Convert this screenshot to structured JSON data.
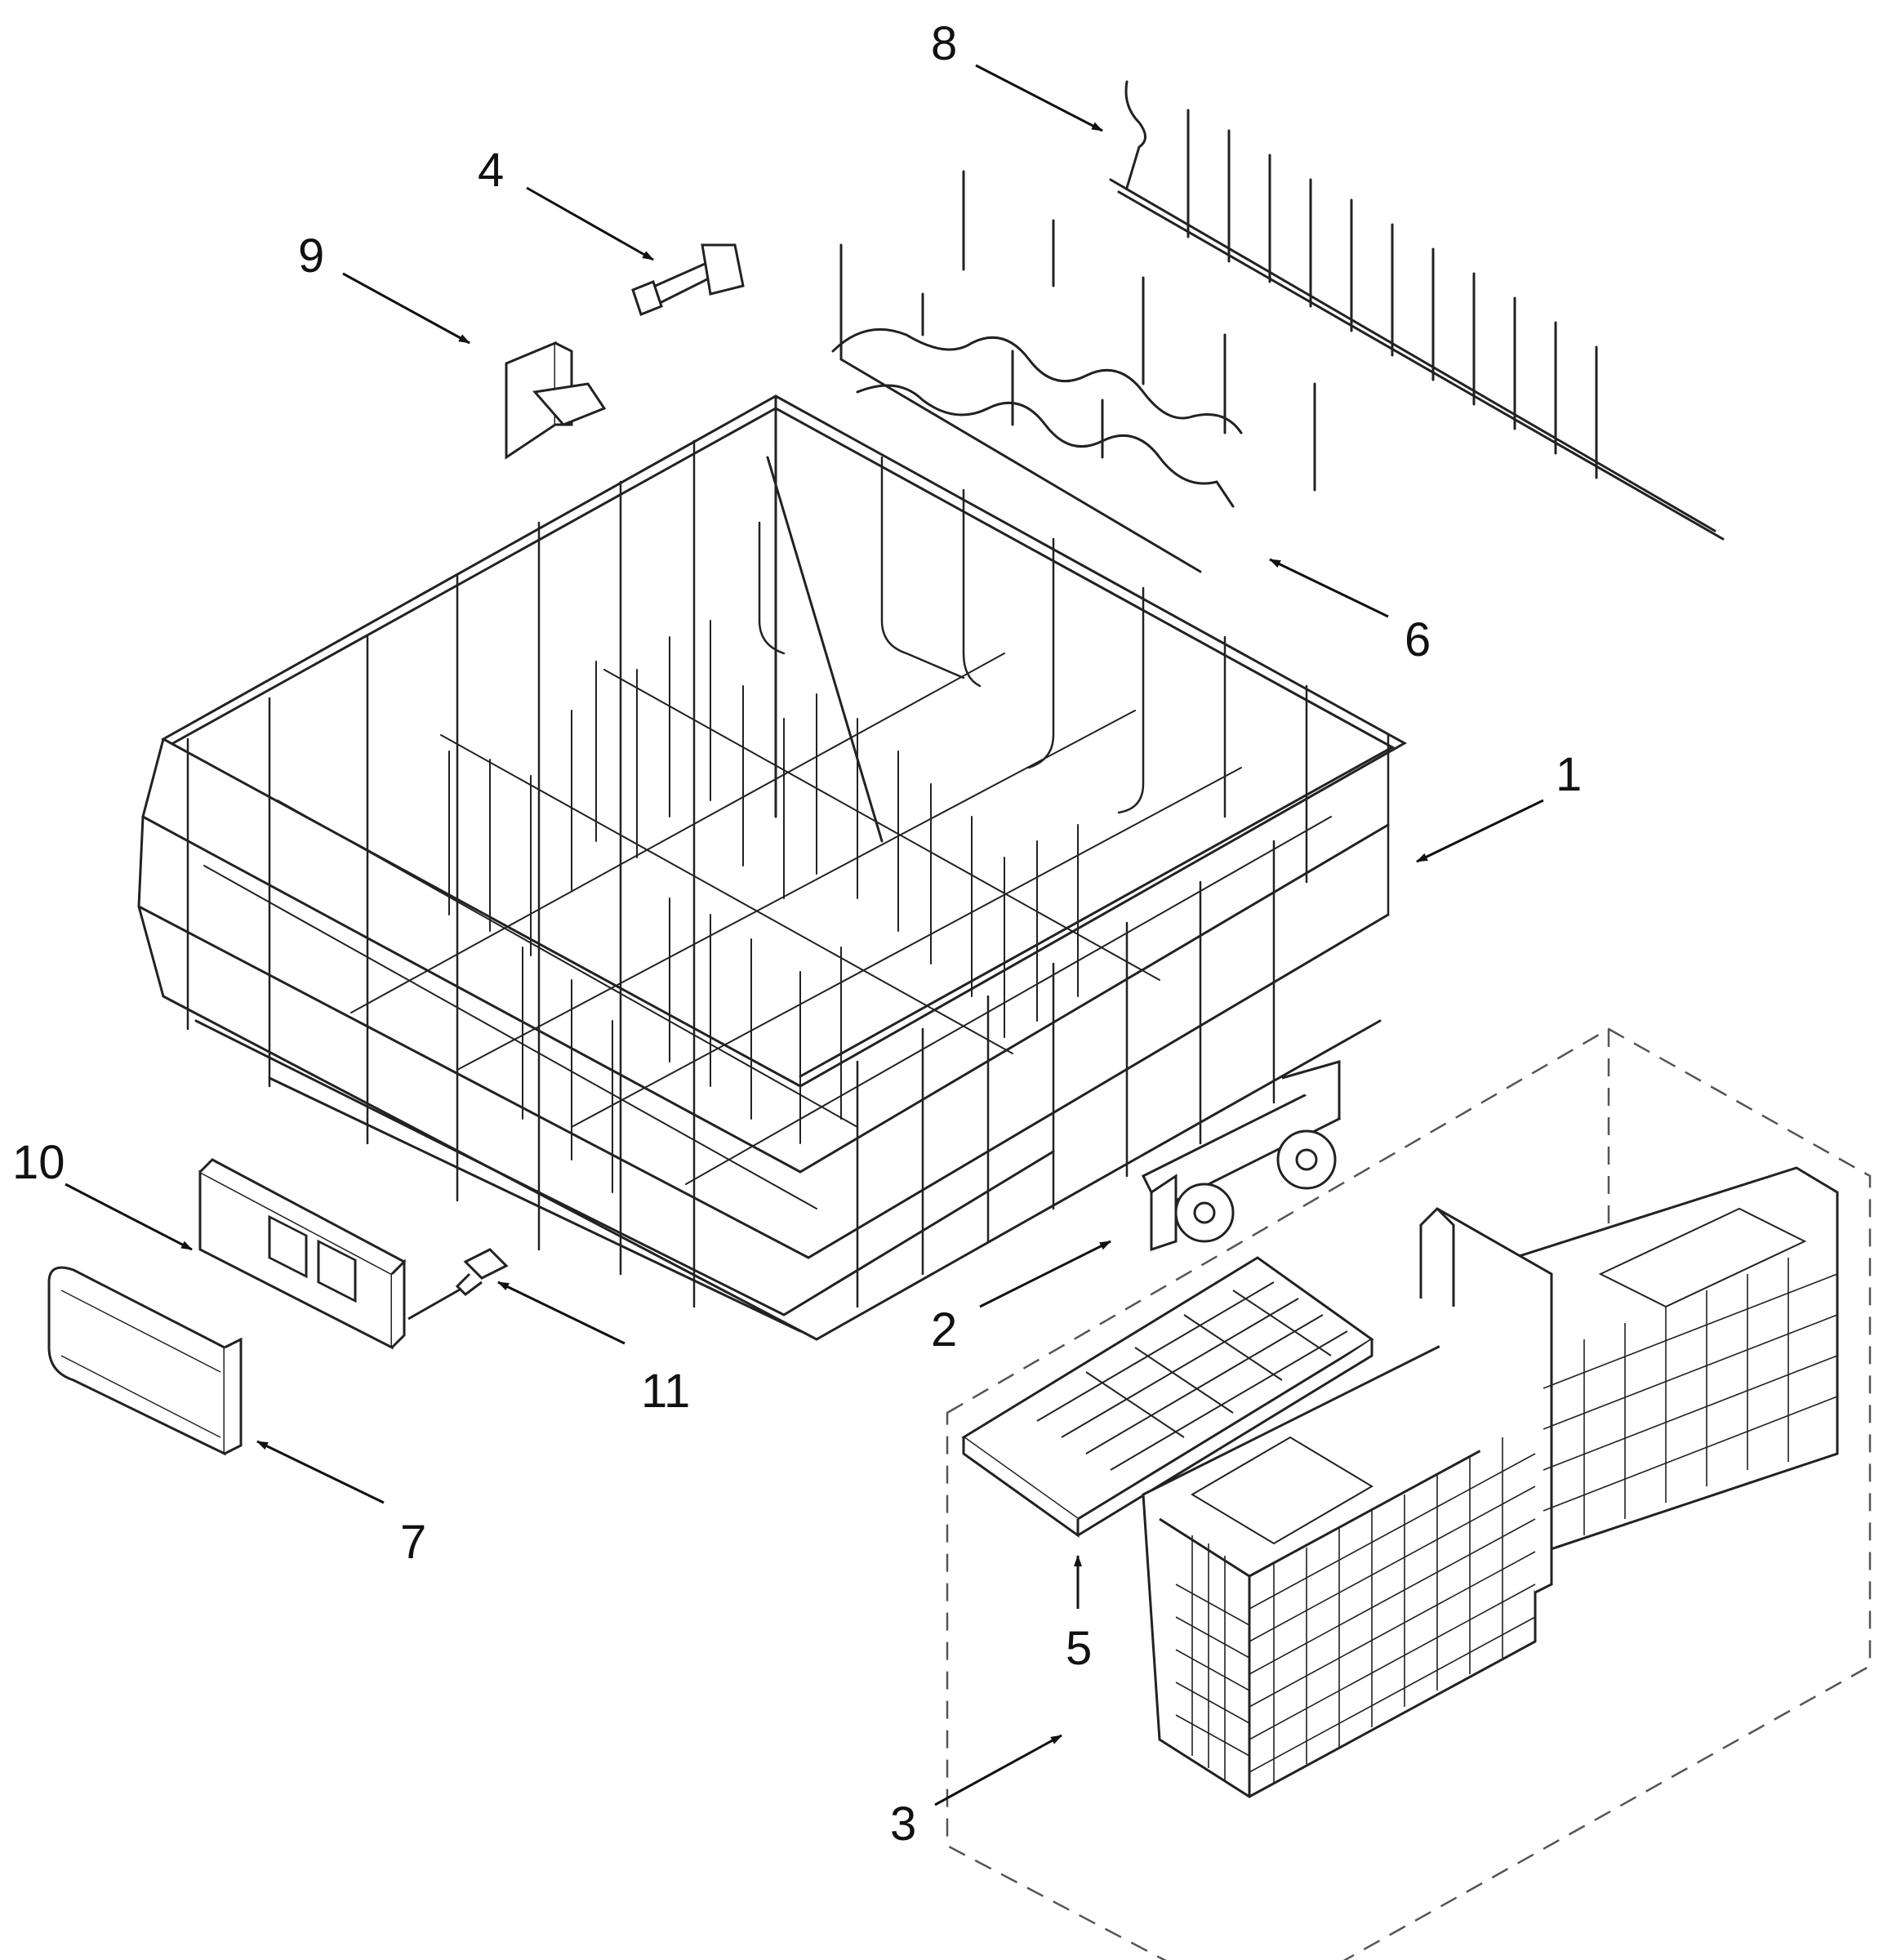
{
  "diagram": {
    "title": "",
    "colors": {
      "line": "#222222",
      "dashed": "#555555",
      "callout": "#111111",
      "background": "#ffffff"
    },
    "callouts": [
      {
        "id": "c1",
        "text": "1",
        "part": "lower-rack"
      },
      {
        "id": "c2",
        "text": "2",
        "part": "rack-wheel-assembly"
      },
      {
        "id": "c3",
        "text": "3",
        "part": "silverware-basket"
      },
      {
        "id": "c4",
        "text": "4",
        "part": "tine-clip"
      },
      {
        "id": "c5",
        "text": "5",
        "part": "basket-lid"
      },
      {
        "id": "c6",
        "text": "6",
        "part": "tine-row"
      },
      {
        "id": "c7",
        "text": "7",
        "part": "handle-cover"
      },
      {
        "id": "c8",
        "text": "8",
        "part": "rear-tine-row"
      },
      {
        "id": "c9",
        "text": "9",
        "part": "tine-bracket"
      },
      {
        "id": "c10",
        "text": "10",
        "part": "handle-base"
      },
      {
        "id": "c11",
        "text": "11",
        "part": "screw"
      }
    ],
    "lid_imprint": ""
  }
}
